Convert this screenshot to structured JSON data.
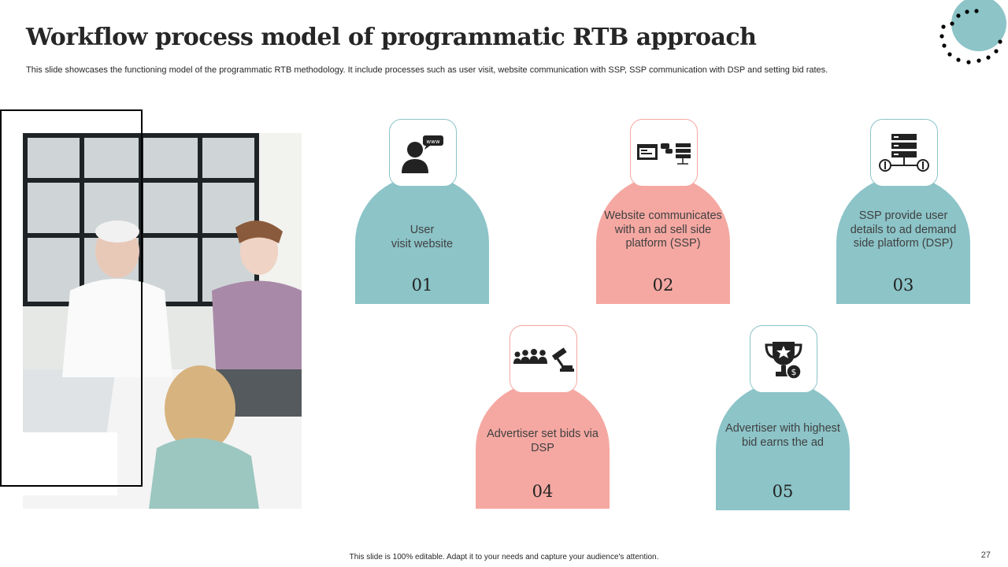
{
  "slide": {
    "title": "Workflow process model of programmatic RTB approach",
    "subtitle": "This slide showcases the functioning model of the programmatic RTB methodology. It include processes such as user visit, website communication with SSP, SSP communication with DSP and setting bid rates.",
    "footer": "This slide is 100% editable.  Adapt it to your needs and capture your audience's attention.",
    "page_number": "27"
  },
  "colors": {
    "teal": "#8cc4c8",
    "pink": "#f5a8a2"
  },
  "steps": [
    {
      "number": "01",
      "text": "User\nvisit website",
      "icon": "user-www-icon",
      "color": "teal"
    },
    {
      "number": "02",
      "text": "Website communicates with an ad sell side platform (SSP)",
      "icon": "website-server-icon",
      "color": "pink"
    },
    {
      "number": "03",
      "text": "SSP provide user details to ad demand side platform (DSP)",
      "icon": "server-network-icon",
      "color": "teal"
    },
    {
      "number": "04",
      "text": "Advertiser set bids via DSP",
      "icon": "auction-gavel-icon",
      "color": "pink"
    },
    {
      "number": "05",
      "text": "Advertiser with highest bid earns the ad",
      "icon": "trophy-dollar-icon",
      "color": "teal"
    }
  ]
}
